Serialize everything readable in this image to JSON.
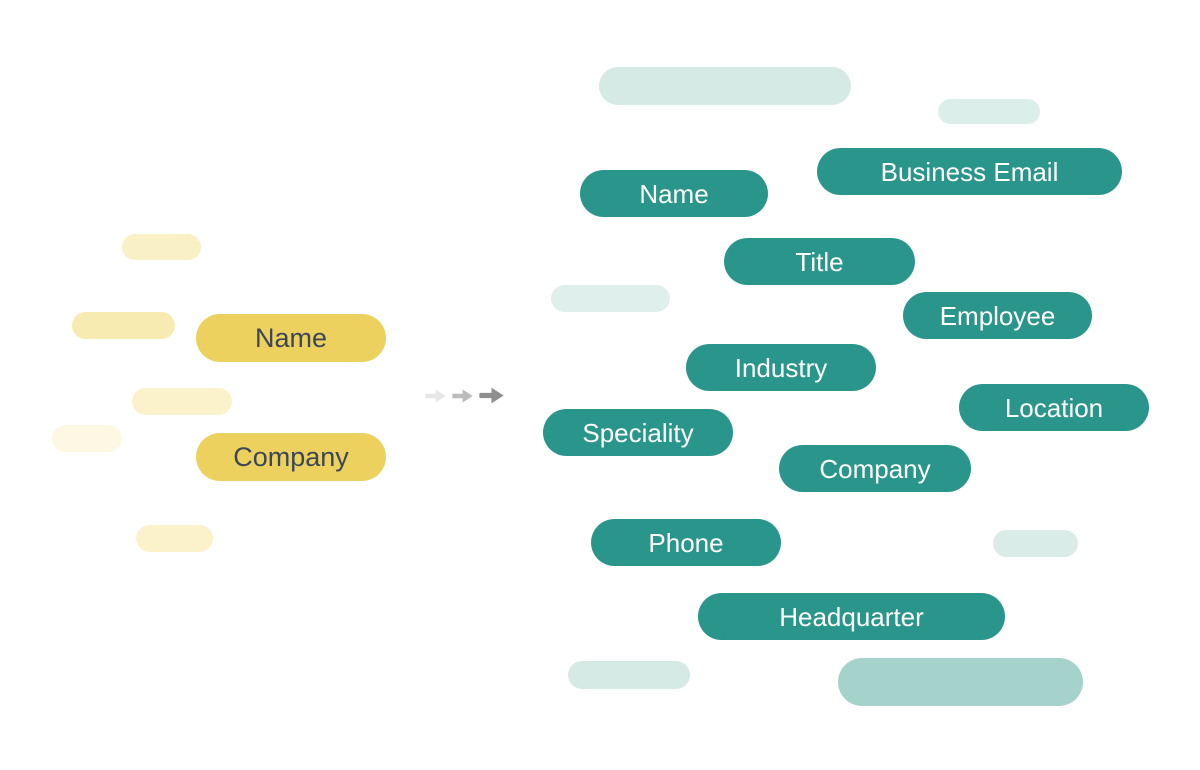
{
  "palette": {
    "yellow_pill_bg": "#ECD15E",
    "yellow_pill_text": "#3B4757",
    "teal_pill_bg": "#2A968B",
    "teal_pill_text": "#FFFFFF",
    "teal_ghost_light": "#D5E9E5",
    "teal_ghost_medium": "#A5D3CC",
    "yellow_ghost_light": "#FAF0C6",
    "arrow_colors": [
      "#E7E7E7",
      "#BCBCBC",
      "#8E8E8E"
    ]
  },
  "input_group": {
    "pills": [
      {
        "label": "Name"
      },
      {
        "label": "Company"
      }
    ]
  },
  "transform": {
    "icon": "arrow-right-icon",
    "arrow_count": 3
  },
  "output_group": {
    "pills": [
      {
        "label": "Business Email"
      },
      {
        "label": "Name"
      },
      {
        "label": "Title"
      },
      {
        "label": "Employee"
      },
      {
        "label": "Industry"
      },
      {
        "label": "Location"
      },
      {
        "label": "Speciality"
      },
      {
        "label": "Company"
      },
      {
        "label": "Phone"
      },
      {
        "label": "Headquarter"
      }
    ]
  }
}
